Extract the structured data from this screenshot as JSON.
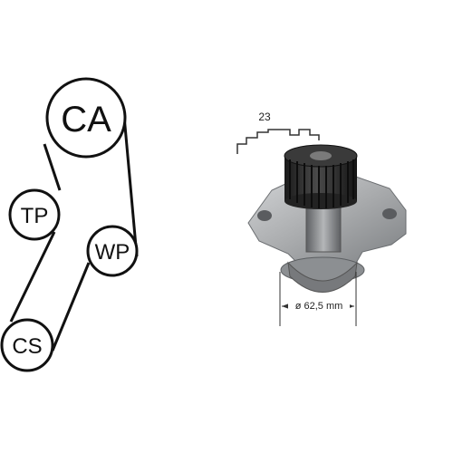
{
  "belt_diagram": {
    "pulleys": [
      {
        "id": "camshaft",
        "label": "CA"
      },
      {
        "id": "tensioner",
        "label": "TP"
      },
      {
        "id": "water_pump",
        "label": "WP"
      },
      {
        "id": "crankshaft",
        "label": "CS"
      }
    ]
  },
  "pump_photo": {
    "teeth_count_label": "23",
    "diameter_label": "ø 62,5 mm"
  },
  "colors": {
    "line": "#111111",
    "pump_body": "#a9abad",
    "pulley_dark": "#2a2a2a"
  }
}
